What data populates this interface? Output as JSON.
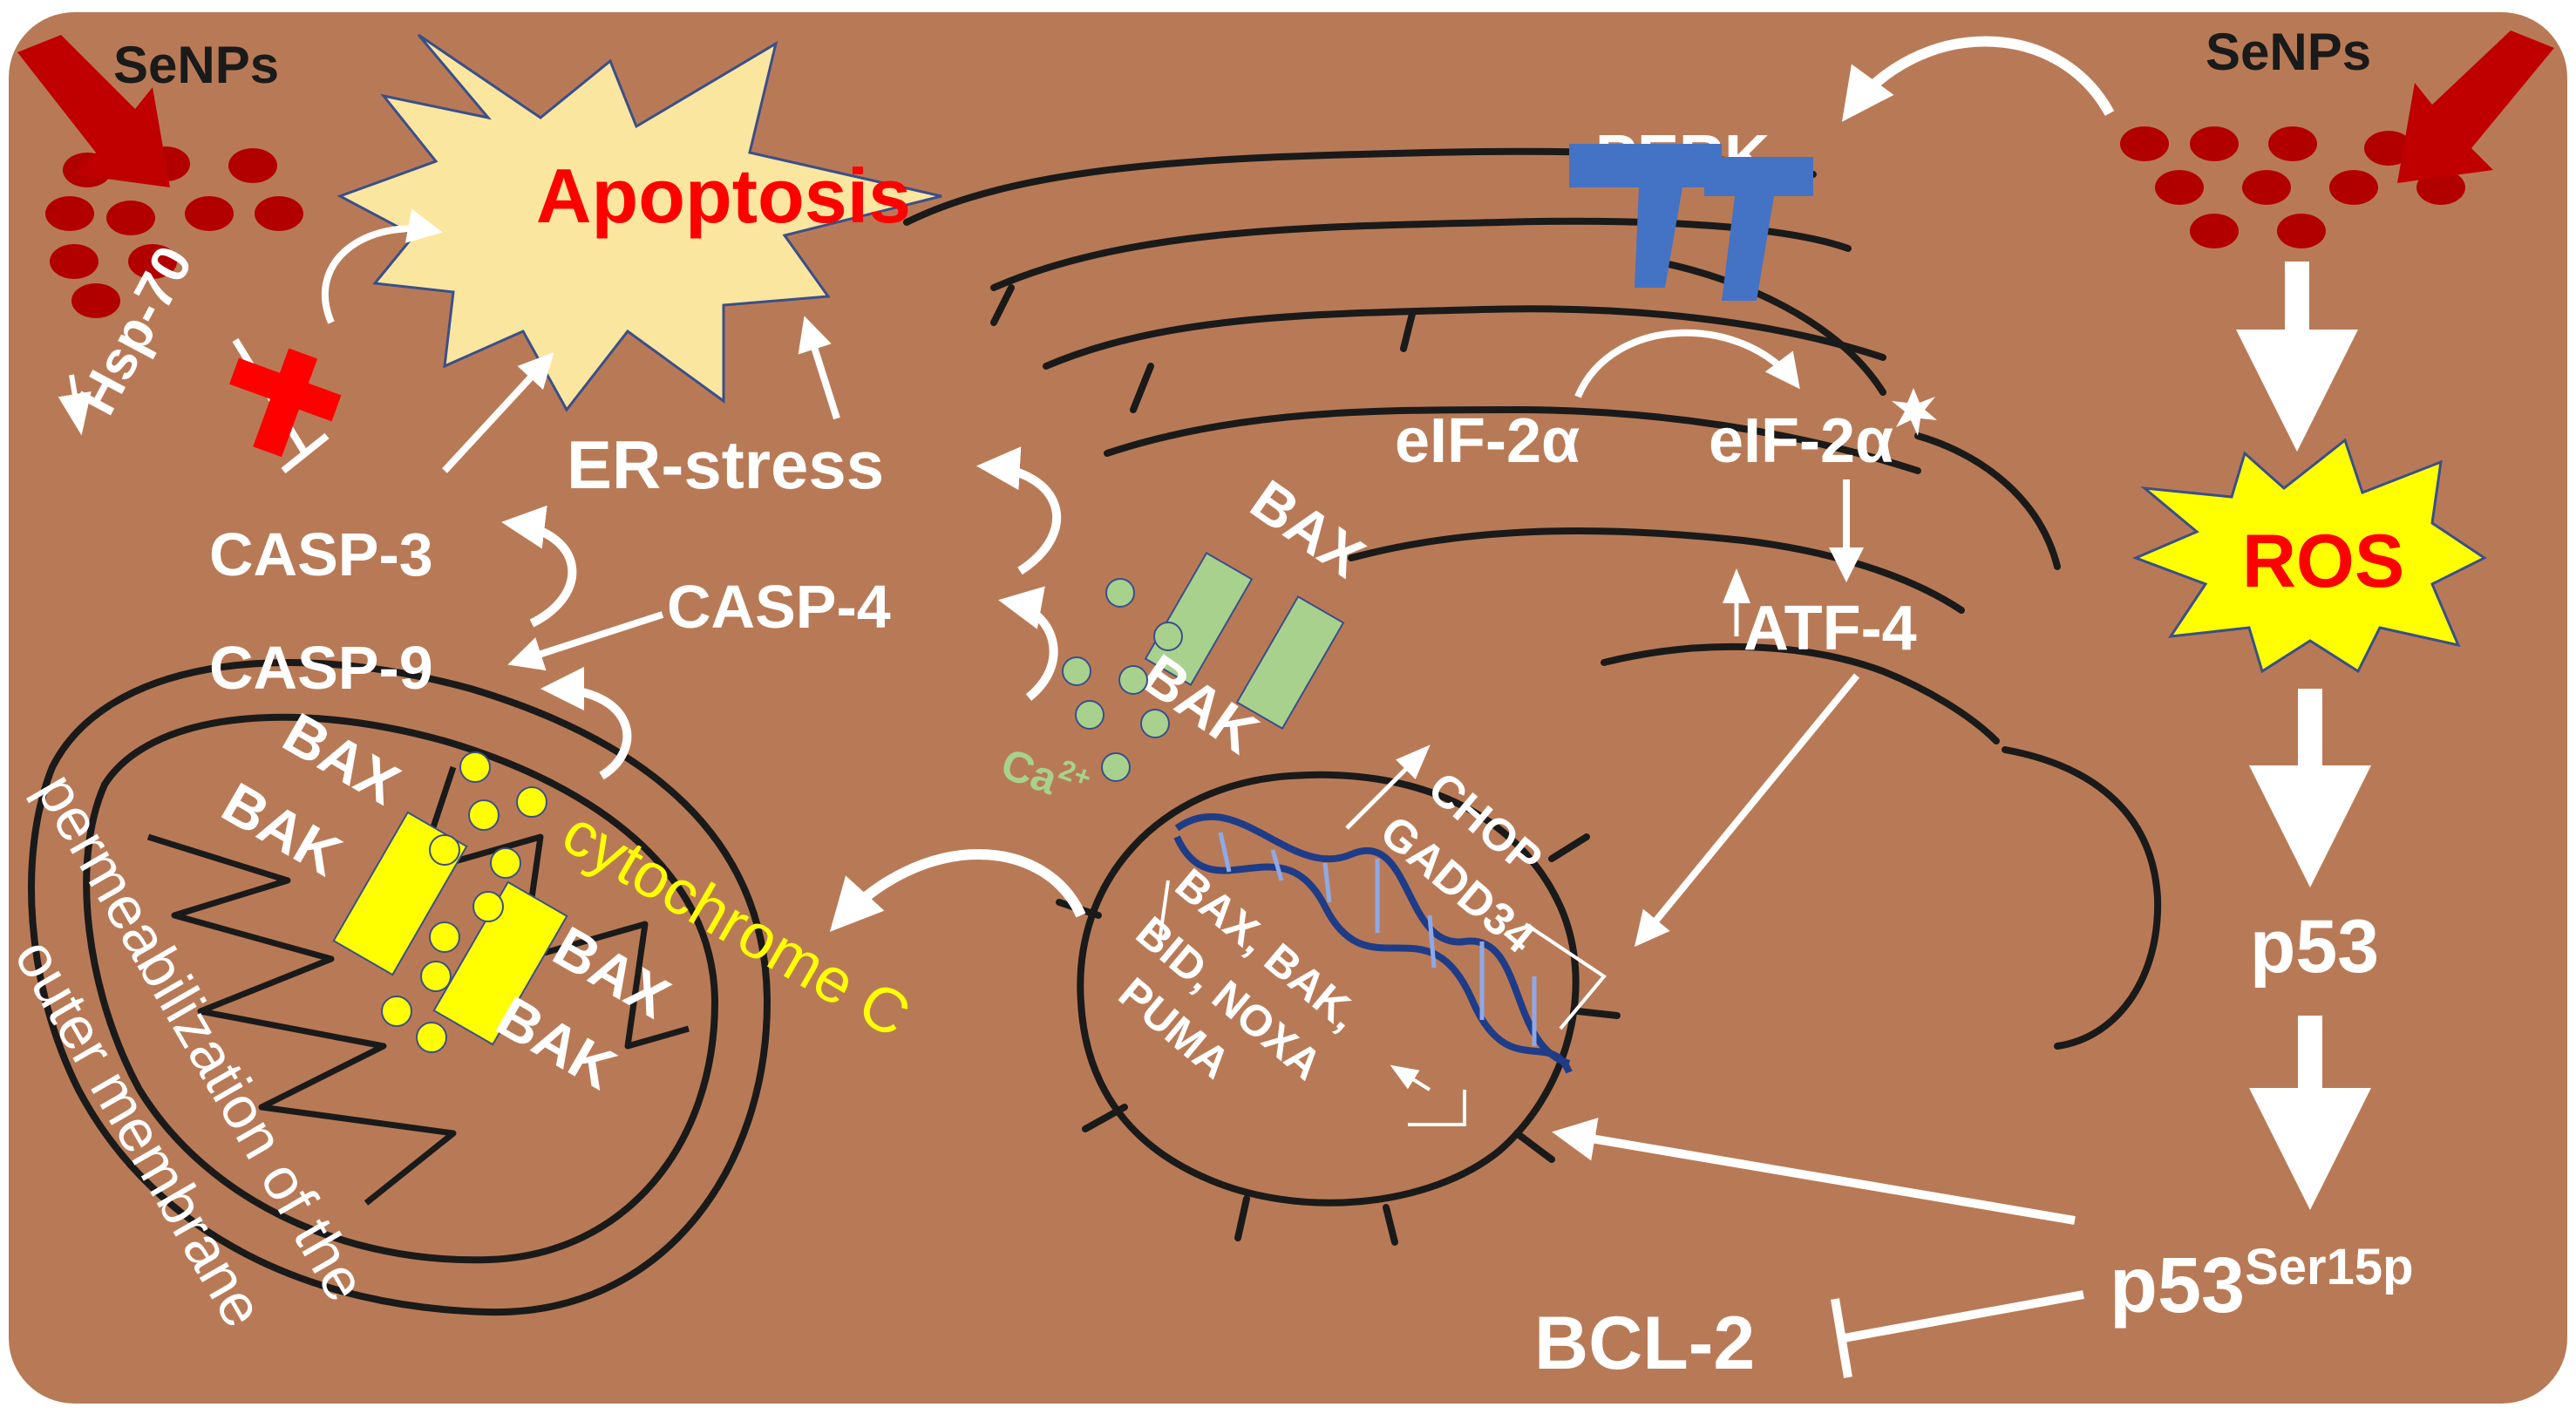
{
  "labels": {
    "senps_left": "SeNPs",
    "senps_right": "SeNPs",
    "apoptosis": "Apoptosis",
    "hsp70": "Hsp-70",
    "casp3": "CASP-3",
    "casp9": "CASP-9",
    "casp4": "CASP-4",
    "er_stress": "ER-stress",
    "perk": "PERK",
    "eif2a_1": "eIF-2α",
    "eif2a_2": "eIF-2α",
    "atf4": "ATF-4",
    "ros": "ROS",
    "p53": "p53",
    "p53ser_base": "p53",
    "p53ser_sup": "Ser15p",
    "bcl2": "BCL-2",
    "bax_er": "BAX",
    "bak_er": "BAK",
    "ca_base": "Ca",
    "ca_sup": "2+",
    "bax_mito1": "BAX",
    "bak_mito1": "BAK",
    "bax_mito2": "BAX",
    "bak_mito2": "BAK",
    "cytochrome": "cytochrome C",
    "perm_line1": "permeabilization of the",
    "perm_line2": "outer membrane",
    "chop": "CHOP",
    "gadd34": "GADD34",
    "genes_line1": "BAX, BAK,",
    "genes_line2": "BID, NOXA",
    "genes_line3": "PUMA"
  },
  "colors": {
    "cell_fill": "#b87a56",
    "white": "#ffffff",
    "outline": "#1a1a1a",
    "nanoparticle": "#b20000",
    "big_arrow": "#c00000",
    "starburst": "#fbe6a0",
    "red_text": "#ff0000",
    "ros_burst": "#ffff00",
    "perk": "#4472c4",
    "pore_green": "#a9d18e",
    "cytochrome": "#ffff00",
    "dna": "#1f3c88",
    "grey_arrow": "#d0d0d0"
  }
}
